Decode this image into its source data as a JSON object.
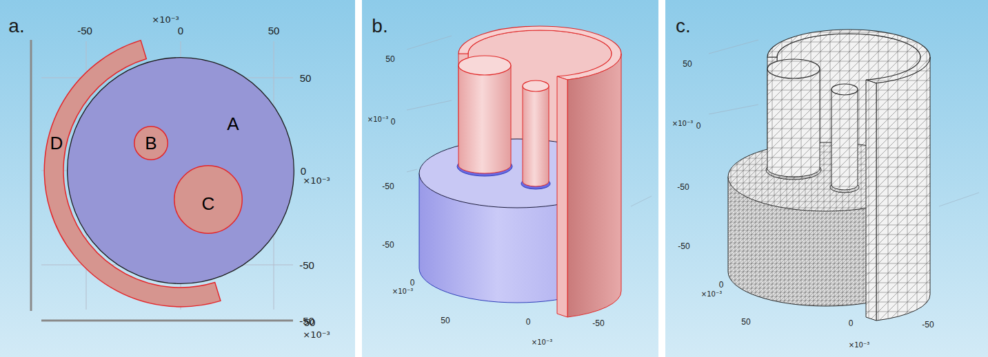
{
  "diagram": {
    "nodes": [
      {
        "text": [
          "A"
        ]
      },
      {
        "text": [
          "B"
        ],
        "in": 0
      },
      {
        "text": [
          "C"
        ],
        "in": 0
      },
      {
        "text": [
          "D"
        ]
      }
    ],
    "labels": [
      "a.",
      "b.",
      "c.",
      "×10⁻³",
      "-50",
      "0",
      "50",
      "50",
      "0",
      "×10⁻³",
      "-50",
      "-50",
      "50",
      "×10⁻³",
      "50",
      "×10⁻³",
      "0",
      "-50",
      "-50",
      "0",
      "×10⁻³",
      "50",
      "0",
      "×10⁻³",
      "-50",
      "50",
      "×10⁻³",
      "0",
      "-50",
      "-50",
      "0",
      "×10⁻³",
      "50",
      "0",
      "×10⁻³",
      "-50"
    ]
  }
}
